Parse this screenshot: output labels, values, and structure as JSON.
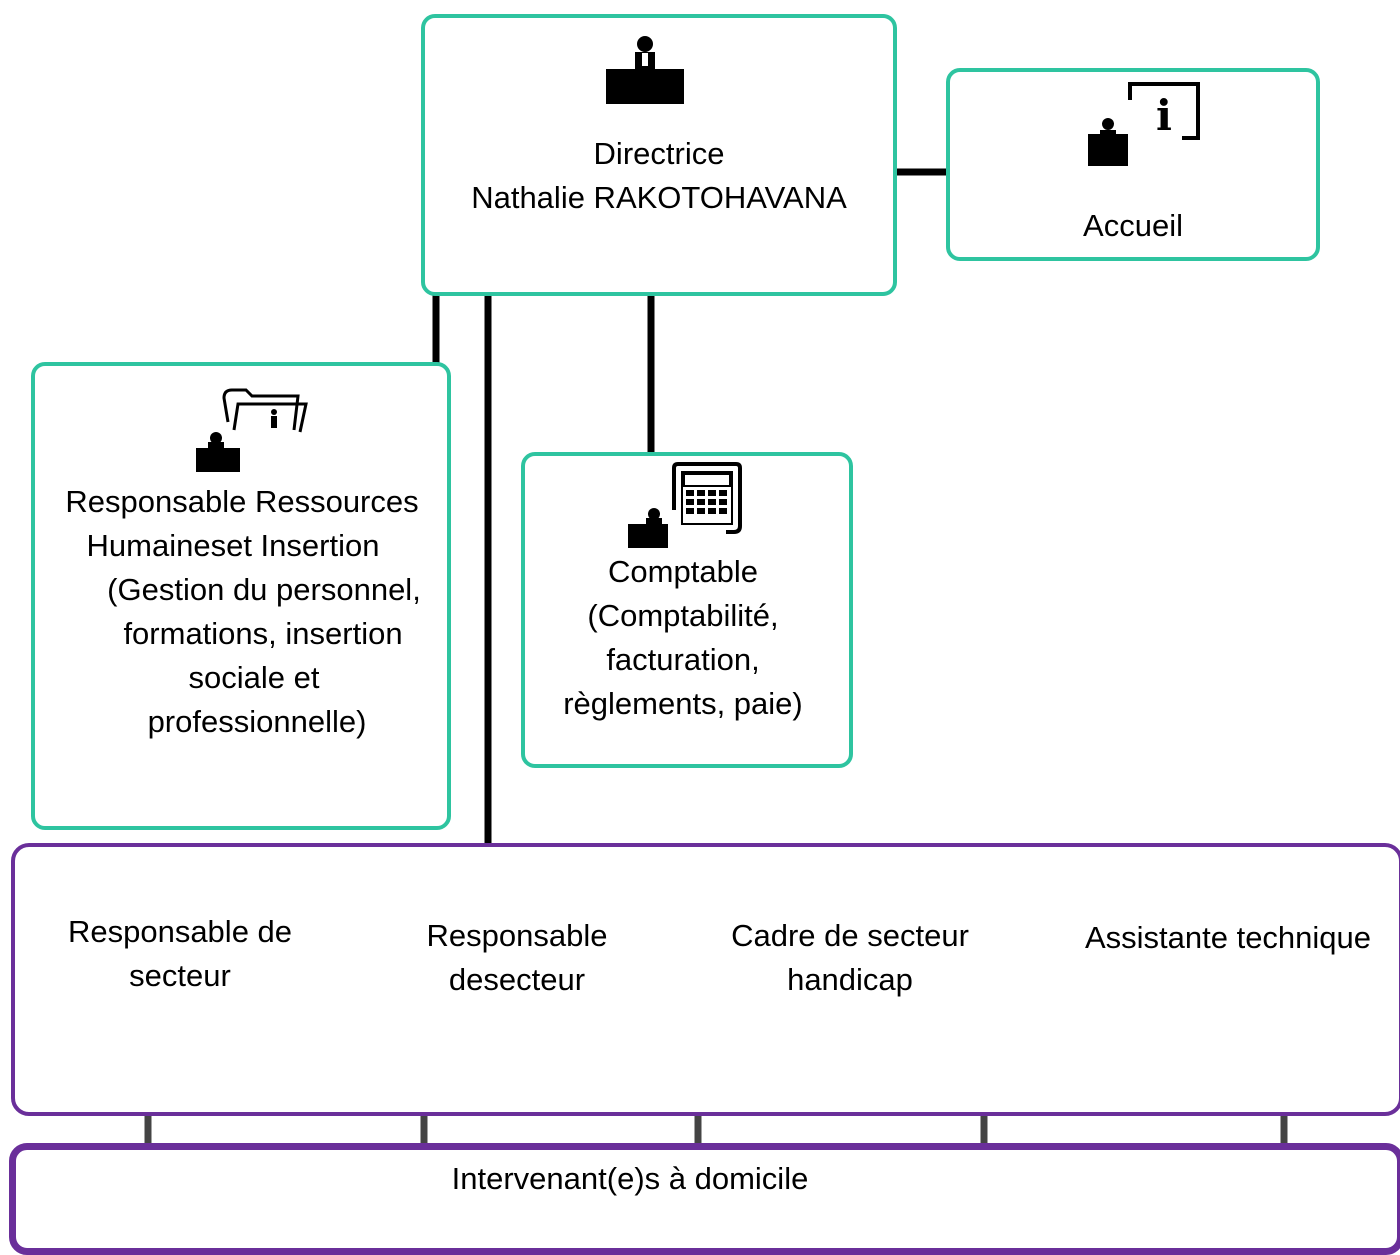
{
  "director": {
    "lines": [
      "Directrice",
      "Nathalie RAKOTOHAVANA"
    ],
    "icon": "person-at-desk-icon"
  },
  "reception": {
    "lines": [
      "Accueil"
    ],
    "icon": "information-desk-icon"
  },
  "hr": {
    "lines": [
      "Responsable Ressources",
      "Humaineset Insertion",
      "(Gestion du personnel,",
      "formations, insertion",
      "sociale et",
      "professionnelle)"
    ],
    "icon": "personnel-folder-icon"
  },
  "accounting": {
    "lines": [
      "Comptable",
      "(Comptabilité,",
      "facturation,",
      "règlements, paie)"
    ],
    "icon": "calculator-desk-icon"
  },
  "sector": {
    "items": [
      {
        "lines": [
          "Responsable de",
          "secteur"
        ]
      },
      {
        "lines": [
          "Responsable",
          "desecteur"
        ]
      },
      {
        "lines": [
          "Cadre de secteur",
          "handicap"
        ]
      },
      {
        "lines": [
          "Assistante technique"
        ]
      }
    ]
  },
  "home_workers": {
    "lines": [
      "Intervenant(e)s à domicile"
    ]
  },
  "colors": {
    "teal_border": "#2ec4a0",
    "purple_border": "#6a2f9a",
    "connector": "#000000"
  }
}
